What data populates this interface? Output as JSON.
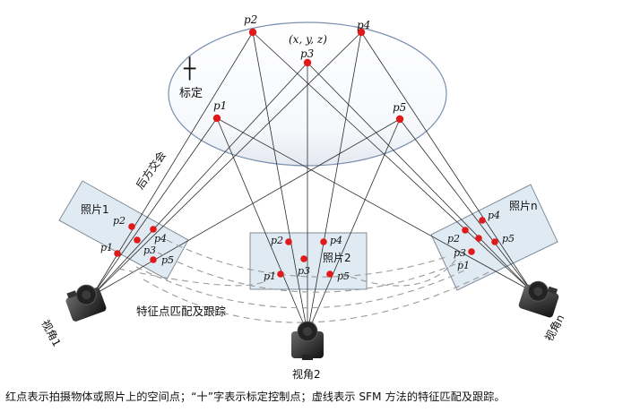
{
  "calibration": {
    "coord_label": "(x, y, z)",
    "cross_glyph": "┼",
    "label": "标定"
  },
  "points": {
    "p1": "p1",
    "p2": "p2",
    "p3": "p3",
    "p4": "p4",
    "p5": "p5"
  },
  "resection_label": "后方交会",
  "photos": {
    "photo1": "照片1",
    "photo2": "照片2",
    "photon": "照片n"
  },
  "views": {
    "view1": "视角1",
    "view2": "视角2",
    "viewn": "视角n"
  },
  "tracking_label": "特征点匹配及跟踪",
  "caption": "红点表示拍摄物体或照片上的空间点；“十”字表示标定控制点；虚线表示 SFM 方法的特征匹配及跟踪。",
  "colors": {
    "point": "#e01a1a",
    "ray": "#2b2b2b",
    "photo_fill": "#d6e3ee",
    "ellipse_stroke": "#7a8fb0",
    "dashed_arc": "#9a9a9a"
  }
}
